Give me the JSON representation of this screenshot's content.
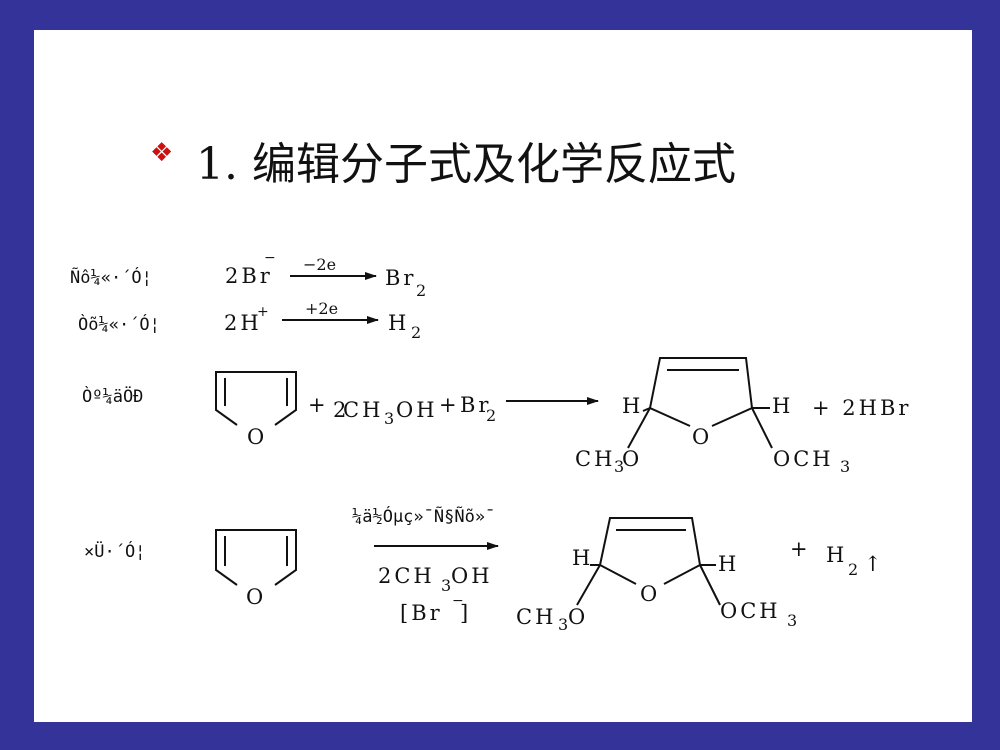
{
  "slide": {
    "bullet_icon": "diamond-bullet-icon",
    "title": "1.  编辑分子式及化学反应式",
    "colors": {
      "border": "#33339a",
      "bullet": "#cc1111",
      "text": "#111111"
    }
  },
  "reactions": {
    "anode": {
      "label": "Ñô¼«·´Ó¦",
      "reactant_coef": "2Br",
      "reactant_charge": "−",
      "arrow_label": "−2e",
      "product": "Br",
      "product_sub": "2"
    },
    "cathode": {
      "label": "Òõ¼«·´Ó¦",
      "reactant_coef": "2H",
      "reactant_charge": "+",
      "arrow_label": "+2e",
      "product": "H",
      "product_sub": "2"
    },
    "solution": {
      "label": "Òº¼äÖÐ",
      "ring_o": "O",
      "plus1": "+",
      "methanol_coef": "2",
      "methanol_a": "CH",
      "methanol_sub": "3",
      "methanol_b": "OH",
      "plus2": "+",
      "bromine": "Br",
      "bromine_sub": "2",
      "product_h_left": "H",
      "product_h_right": "H",
      "product_o": "O",
      "product_ome_left": "CH",
      "product_ome_left_sub": "3",
      "product_ome_left_o": "O",
      "product_ome_right": "OCH",
      "product_ome_right_sub": "3",
      "byproduct": "+ 2HBr"
    },
    "overall": {
      "label": "×Ü·´Ó¦",
      "ring_o": "O",
      "condition_top": "¼ä½Óµç»¯Ñ§Ñõ»¯",
      "condition_bottom_a": "2CH",
      "condition_bottom_sub": "3",
      "condition_bottom_b": "OH",
      "catalyst": "[Br",
      "catalyst_charge": "−",
      "catalyst_close": "]",
      "product_h_left": "H",
      "product_h_right": "H",
      "product_o": "O",
      "product_ome_left": "CH",
      "product_ome_left_sub": "3",
      "product_ome_left_o": "O",
      "product_ome_right": "OCH",
      "product_ome_right_sub": "3",
      "plus": "+",
      "gas": "H",
      "gas_sub": "2",
      "gas_arrow": "↑"
    }
  }
}
